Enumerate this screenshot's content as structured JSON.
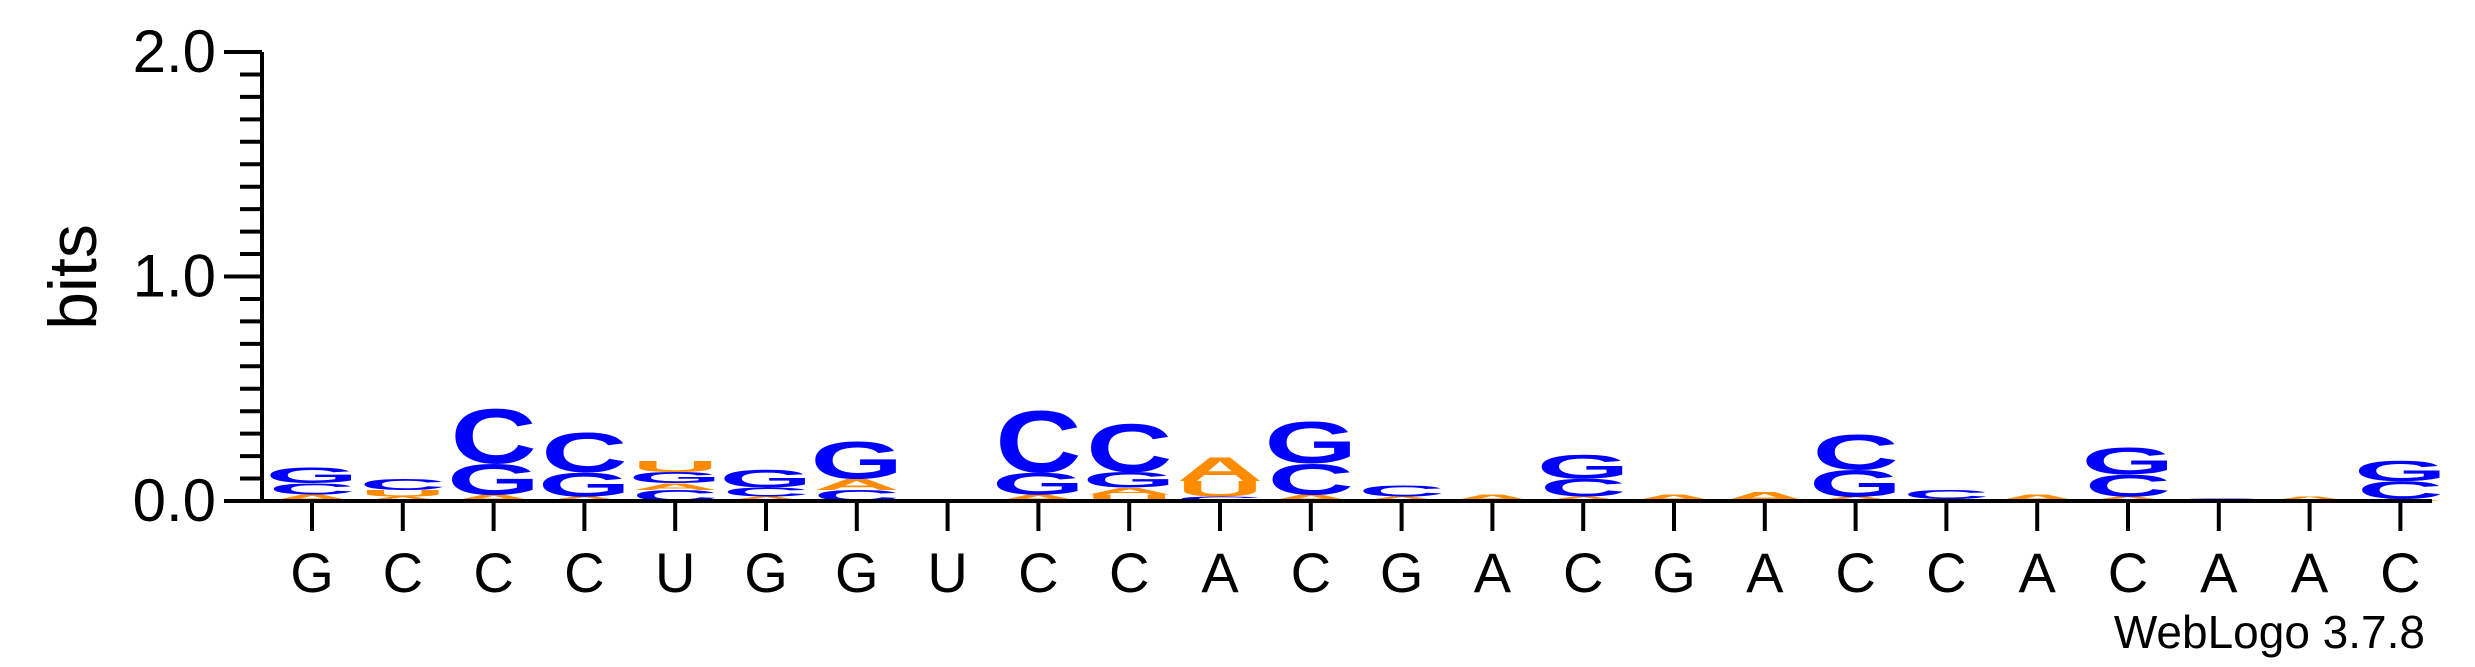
{
  "chart_data": {
    "type": "sequence-logo",
    "ylabel": "bits",
    "ylim": [
      0,
      2.0
    ],
    "yticks": [
      "0.0",
      "1.0",
      "2.0"
    ],
    "credit": "WebLogo 3.7.8",
    "colors": {
      "A": "#ff8c00",
      "U": "#ff8c00",
      "C": "#0000ff",
      "G": "#0000ff"
    },
    "positions": [
      {
        "label": "G",
        "stack": [
          [
            "A",
            0.03
          ],
          [
            "C",
            0.05
          ],
          [
            "G",
            0.07
          ]
        ]
      },
      {
        "label": "C",
        "stack": [
          [
            "A",
            0.02
          ],
          [
            "U",
            0.03
          ],
          [
            "C",
            0.05
          ]
        ]
      },
      {
        "label": "C",
        "stack": [
          [
            "A",
            0.03
          ],
          [
            "G",
            0.14
          ],
          [
            "C",
            0.25
          ]
        ]
      },
      {
        "label": "C",
        "stack": [
          [
            "A",
            0.02
          ],
          [
            "G",
            0.11
          ],
          [
            "C",
            0.18
          ]
        ]
      },
      {
        "label": "U",
        "stack": [
          [
            "C",
            0.05
          ],
          [
            "A",
            0.03
          ],
          [
            "G",
            0.05
          ],
          [
            "U",
            0.05
          ]
        ]
      },
      {
        "label": "G",
        "stack": [
          [
            "A",
            0.02
          ],
          [
            "C",
            0.04
          ],
          [
            "G",
            0.08
          ]
        ]
      },
      {
        "label": "G",
        "stack": [
          [
            "C",
            0.05
          ],
          [
            "A",
            0.05
          ],
          [
            "G",
            0.17
          ]
        ]
      },
      {
        "label": "U",
        "stack": []
      },
      {
        "label": "C",
        "stack": [
          [
            "A",
            0.03
          ],
          [
            "G",
            0.1
          ],
          [
            "C",
            0.28
          ]
        ]
      },
      {
        "label": "C",
        "stack": [
          [
            "U",
            0.03
          ],
          [
            "A",
            0.03
          ],
          [
            "G",
            0.07
          ],
          [
            "C",
            0.22
          ]
        ]
      },
      {
        "label": "A",
        "stack": [
          [
            "C",
            0.02
          ],
          [
            "U",
            0.07
          ],
          [
            "A",
            0.11
          ]
        ]
      },
      {
        "label": "C",
        "stack": [
          [
            "A",
            0.03
          ],
          [
            "C",
            0.14
          ],
          [
            "G",
            0.19
          ]
        ]
      },
      {
        "label": "G",
        "stack": [
          [
            "A",
            0.02
          ],
          [
            "C",
            0.05
          ]
        ]
      },
      {
        "label": "A",
        "stack": [
          [
            "A",
            0.03
          ]
        ]
      },
      {
        "label": "C",
        "stack": [
          [
            "A",
            0.02
          ],
          [
            "C",
            0.08
          ],
          [
            "G",
            0.11
          ]
        ]
      },
      {
        "label": "G",
        "stack": [
          [
            "A",
            0.03
          ]
        ]
      },
      {
        "label": "A",
        "stack": [
          [
            "A",
            0.04
          ]
        ]
      },
      {
        "label": "C",
        "stack": [
          [
            "A",
            0.02
          ],
          [
            "G",
            0.12
          ],
          [
            "C",
            0.16
          ]
        ]
      },
      {
        "label": "C",
        "stack": [
          [
            "A",
            0.01
          ],
          [
            "C",
            0.04
          ]
        ]
      },
      {
        "label": "A",
        "stack": [
          [
            "A",
            0.03
          ]
        ]
      },
      {
        "label": "C",
        "stack": [
          [
            "A",
            0.02
          ],
          [
            "C",
            0.1
          ],
          [
            "G",
            0.12
          ]
        ]
      },
      {
        "label": "A",
        "stack": [
          [
            "C",
            0.01
          ]
        ]
      },
      {
        "label": "A",
        "stack": [
          [
            "A",
            0.02
          ]
        ]
      },
      {
        "label": "C",
        "stack": [
          [
            "A",
            0.01
          ],
          [
            "C",
            0.08
          ],
          [
            "G",
            0.09
          ]
        ]
      }
    ]
  }
}
